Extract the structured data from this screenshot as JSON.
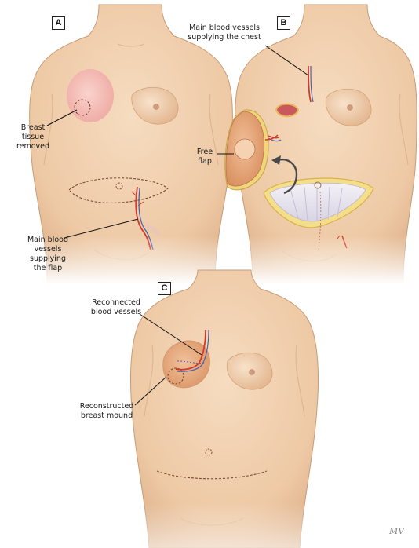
{
  "panels": {
    "a": {
      "letter": "A",
      "label_breast_tissue": [
        "Breast",
        "tissue",
        "removed"
      ],
      "label_flap_vessels": [
        "Main blood",
        "vessels",
        "supplying",
        "the flap"
      ]
    },
    "b": {
      "letter": "B",
      "label_chest_vessels": [
        "Main blood vessels",
        "supplying the chest"
      ],
      "label_free_flap": [
        "Free",
        "flap"
      ]
    },
    "c": {
      "letter": "C",
      "label_reconnected": [
        "Reconnected",
        "blood vessels"
      ],
      "label_mound": [
        "Reconstructed",
        "breast mound"
      ]
    }
  },
  "colors": {
    "skin": "#f1d2b0",
    "skin_shadow": "#d9aa80",
    "outline": "#b98761",
    "artery": "#d03a2c",
    "vein": "#4a63a8",
    "incision": "#7a4a30",
    "flap": "#e8a87a",
    "removed_area": "#f3b9b4"
  },
  "signature": "MV"
}
